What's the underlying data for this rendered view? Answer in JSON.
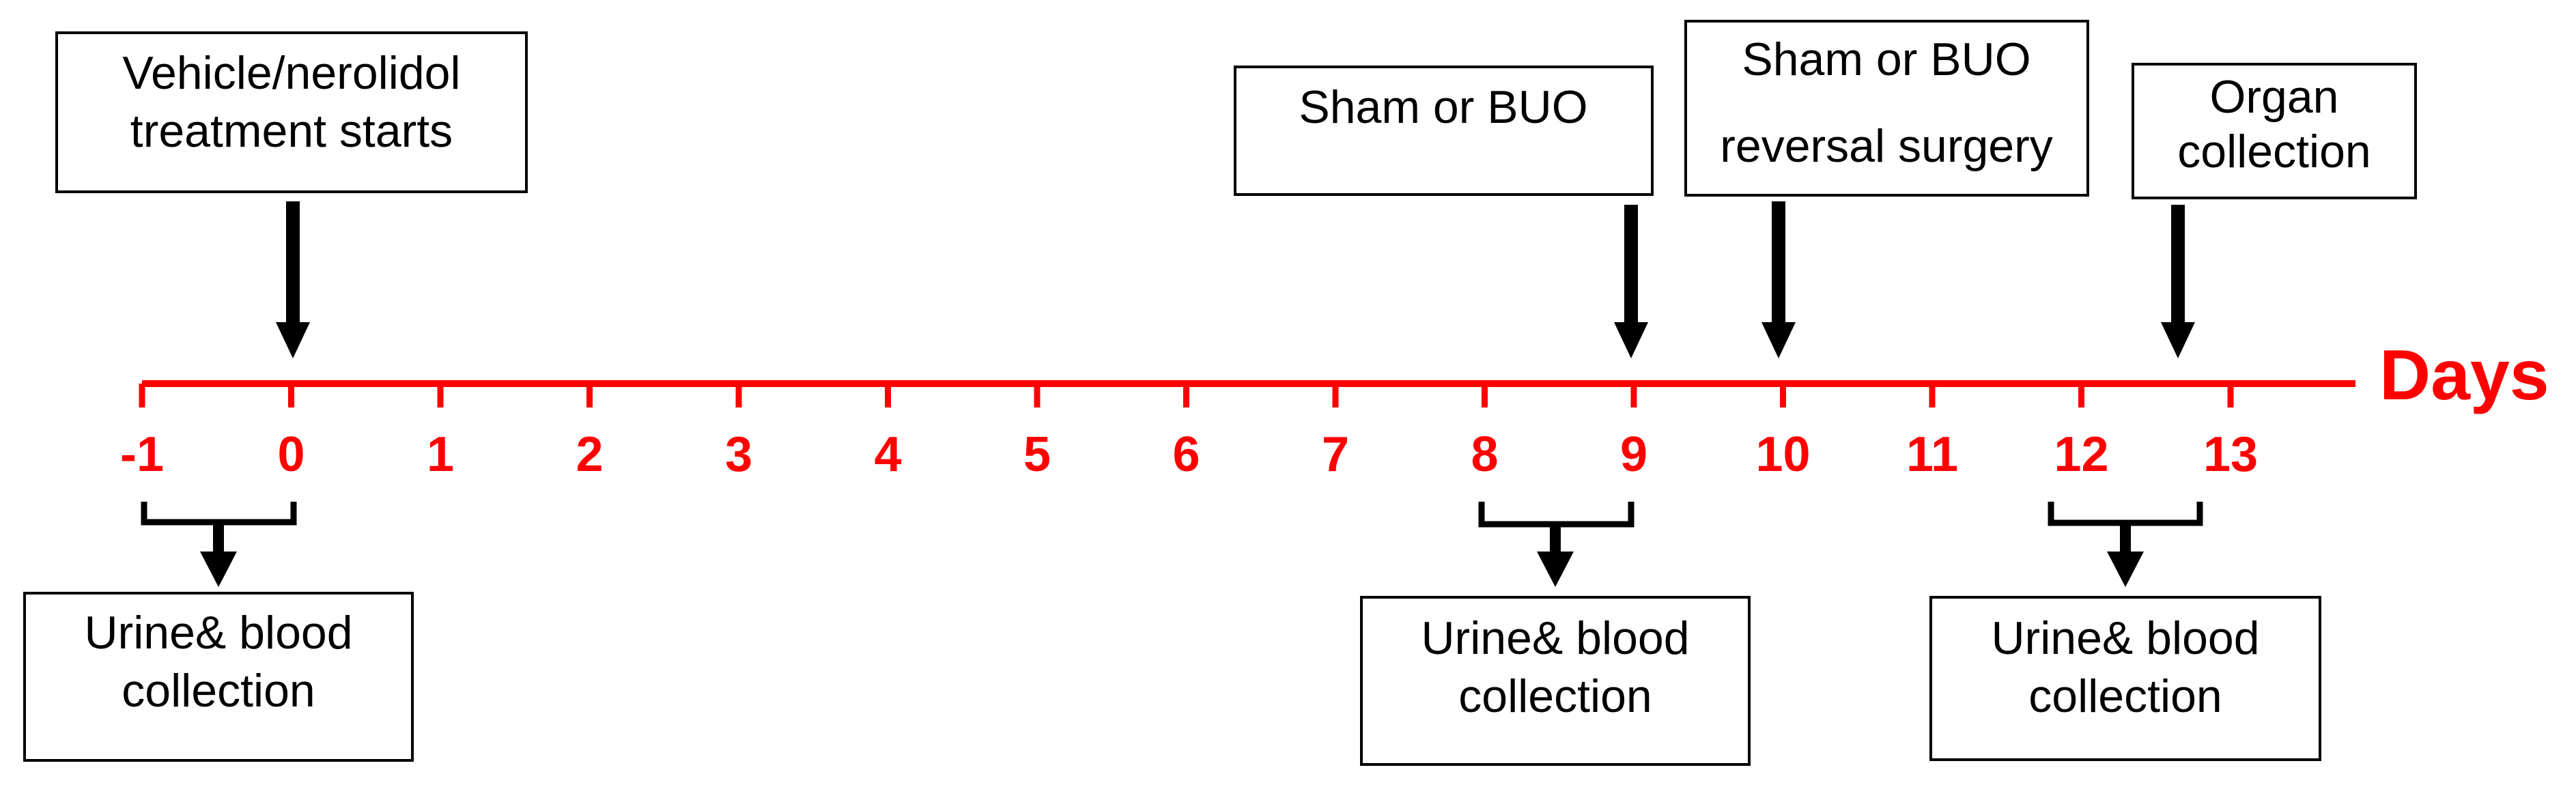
{
  "axis": {
    "label": "Days",
    "ticks": [
      "-1",
      "0",
      "1",
      "2",
      "3",
      "4",
      "5",
      "6",
      "7",
      "8",
      "9",
      "10",
      "11",
      "12",
      "13"
    ],
    "color": "#ff0000"
  },
  "events": [
    {
      "day": "0",
      "lines": [
        "Vehicle/nerolidol",
        "treatment starts"
      ]
    },
    {
      "day": "9",
      "lines": [
        "Sham or BUO"
      ]
    },
    {
      "day": "10",
      "lines": [
        "Sham or BUO",
        "reversal surgery"
      ]
    },
    {
      "day": "13",
      "lines": [
        "Organ",
        "collection"
      ]
    }
  ],
  "collections": [
    {
      "from": "-1",
      "to": "0",
      "lines": [
        "Urine& blood",
        "collection"
      ]
    },
    {
      "from": "8",
      "to": "9",
      "lines": [
        "Urine& blood",
        "collection"
      ]
    },
    {
      "from": "12",
      "to": "13",
      "lines": [
        "Urine& blood",
        "collection"
      ]
    }
  ],
  "colors": {
    "ink": "#000000",
    "timeline": "#ff0000"
  }
}
